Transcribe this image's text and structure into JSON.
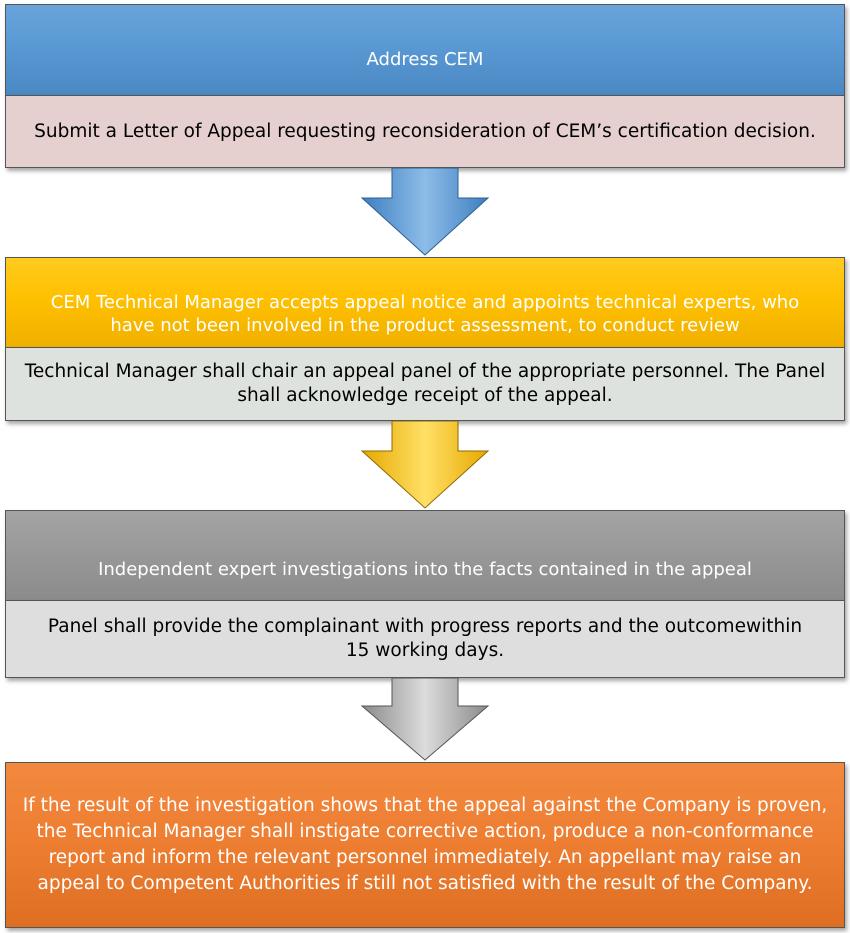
{
  "flow": {
    "step1": {
      "header": "Address CEM",
      "detail": "Submit a Letter of Appeal requesting reconsideration of CEM’s certification decision.",
      "color": "#5b9bd5"
    },
    "step2": {
      "header": "CEM Technical Manager accepts appeal notice and appoints technical experts, who have not been involved in the product assessment, to conduct review",
      "detail": "Technical Manager shall chair an appeal panel of the appropriate personnel. The Panel shall acknowledge receipt of the appeal.",
      "color": "#ffc000"
    },
    "step3": {
      "header": "Independent expert investigations into the facts contained in the appeal",
      "detail": "Panel shall provide the complainant with progress reports and the outcomewithin 15 working days.",
      "color": "#999999"
    },
    "step4": {
      "detail": "If the result of the investigation shows that the appeal against the Company is proven, the Technical Manager shall instigate corrective action, produce a non-conformance report and inform the relevant personnel immediately. An appellant may raise an appeal to Competent Authorities if still not satisfied with the result of the Company.",
      "color": "#ed7d31"
    }
  },
  "arrows": [
    {
      "icon": "down-arrow-icon",
      "color": "#5b9bd5"
    },
    {
      "icon": "down-arrow-icon",
      "color": "#ffc000"
    },
    {
      "icon": "down-arrow-icon",
      "color": "#a5a5a5"
    }
  ]
}
